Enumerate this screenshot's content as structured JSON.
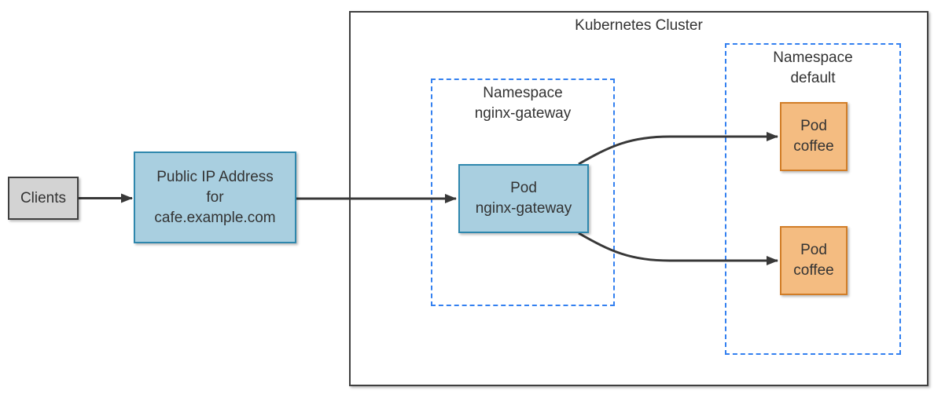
{
  "nodes": {
    "clients": {
      "label": "Clients"
    },
    "public_ip": {
      "lines": [
        "Public IP Address",
        "for",
        "cafe.example.com"
      ]
    },
    "cluster": {
      "title": "Kubernetes Cluster"
    },
    "namespace_nginx_gateway": {
      "lines": [
        "Namespace",
        "nginx-gateway"
      ]
    },
    "pod_nginx_gateway": {
      "lines": [
        "Pod",
        "nginx-gateway"
      ]
    },
    "namespace_default": {
      "lines": [
        "Namespace",
        "default"
      ]
    },
    "pod_coffee_top": {
      "lines": [
        "Pod",
        "coffee"
      ]
    },
    "pod_coffee_bottom": {
      "lines": [
        "Pod",
        "coffee"
      ]
    }
  },
  "edges": [
    {
      "from": "clients",
      "to": "public_ip"
    },
    {
      "from": "public_ip",
      "to": "pod_nginx_gateway"
    },
    {
      "from": "pod_nginx_gateway",
      "to": "pod_coffee_top"
    },
    {
      "from": "pod_nginx_gateway",
      "to": "pod_coffee_bottom"
    }
  ],
  "colors": {
    "blue_fill": "#a9cfe0",
    "blue_border": "#2e87ad",
    "orange_fill": "#f4bc81",
    "orange_border": "#d17d27",
    "gray_fill": "#d3d3d3",
    "dark_border": "#3f3f3f",
    "dashed_border": "#3380f0",
    "arrow": "#383838",
    "text": "#333333"
  }
}
